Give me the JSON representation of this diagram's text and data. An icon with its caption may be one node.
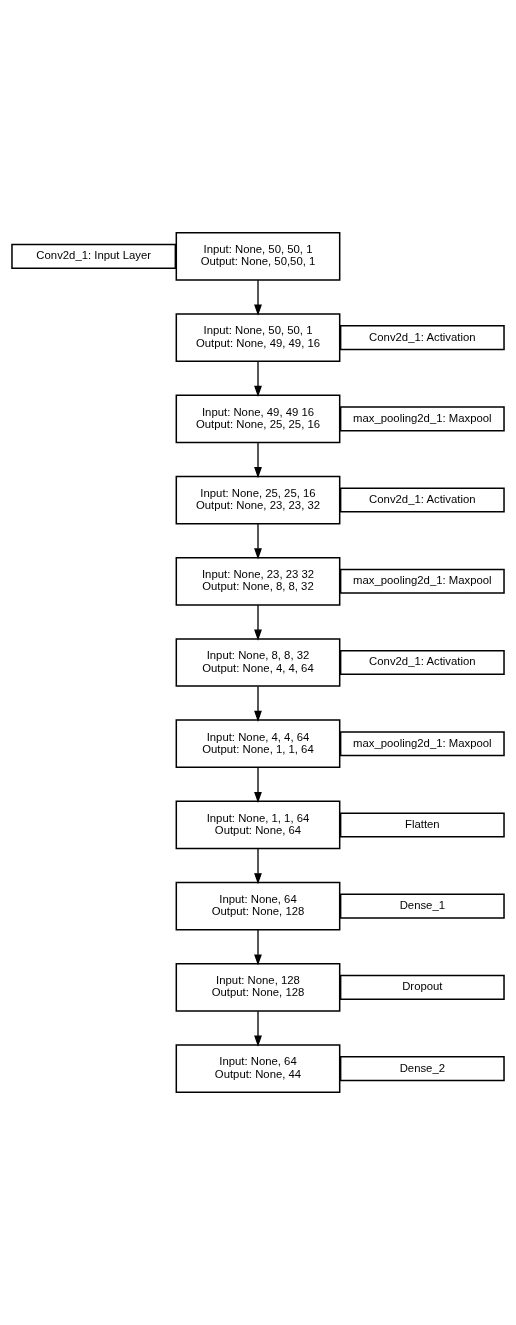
{
  "diagram": {
    "nodes": [
      {
        "text": [
          "Conv2d_1: Input Layer"
        ]
      },
      {
        "text": [
          "Input: None, 50, 50, 1",
          "Output: None, 50,50, 1"
        ]
      },
      {
        "text": [
          "Conv2d_1: Activation"
        ]
      },
      {
        "text": [
          "Input: None, 50, 50, 1",
          "Output: None, 49, 49, 16"
        ]
      },
      {
        "text": [
          "max_pooling2d_1: Maxpool"
        ]
      },
      {
        "text": [
          "Input: None, 49, 49 16",
          "Output: None, 25, 25, 16"
        ]
      },
      {
        "text": [
          "Conv2d_1: Activation"
        ]
      },
      {
        "text": [
          "Input: None, 25, 25, 16",
          "Output: None, 23, 23, 32"
        ]
      },
      {
        "text": [
          "max_pooling2d_1: Maxpool"
        ]
      },
      {
        "text": [
          "Input: None, 23, 23 32",
          "Output: None, 8, 8, 32"
        ]
      },
      {
        "text": [
          "Conv2d_1: Activation"
        ]
      },
      {
        "text": [
          "Input: None, 8, 8, 32",
          "Output: None, 4, 4, 64"
        ]
      },
      {
        "text": [
          "max_pooling2d_1: Maxpool"
        ]
      },
      {
        "text": [
          "Input: None, 4, 4, 64",
          "Output: None, 1, 1, 64"
        ]
      },
      {
        "text": [
          "Flatten"
        ]
      },
      {
        "text": [
          "Input: None, 1, 1, 64",
          "Output: None, 64"
        ]
      },
      {
        "text": [
          "Dense_1"
        ]
      },
      {
        "text": [
          "Input: None, 64",
          "Output: None, 128"
        ]
      },
      {
        "text": [
          "Dropout"
        ]
      },
      {
        "text": [
          "Input: None, 128",
          "Output: None, 128"
        ]
      },
      {
        "text": [
          "Dense_2"
        ]
      },
      {
        "text": [
          "Input: None, 64",
          "Output: None, 44"
        ]
      }
    ],
    "edges": [
      {
        "from": 1,
        "to": 3,
        "arrow": "to"
      },
      {
        "from": 3,
        "to": 5,
        "arrow": "to"
      },
      {
        "from": 5,
        "to": 7,
        "arrow": "to"
      },
      {
        "from": 7,
        "to": 9,
        "arrow": "to"
      },
      {
        "from": 9,
        "to": 11,
        "arrow": "to"
      },
      {
        "from": 11,
        "to": 13,
        "arrow": "to"
      },
      {
        "from": 13,
        "to": 15,
        "arrow": "to"
      },
      {
        "from": 15,
        "to": 17,
        "arrow": "to"
      },
      {
        "from": 17,
        "to": 19,
        "arrow": "to"
      },
      {
        "from": 19,
        "to": 21,
        "arrow": "to"
      }
    ]
  }
}
